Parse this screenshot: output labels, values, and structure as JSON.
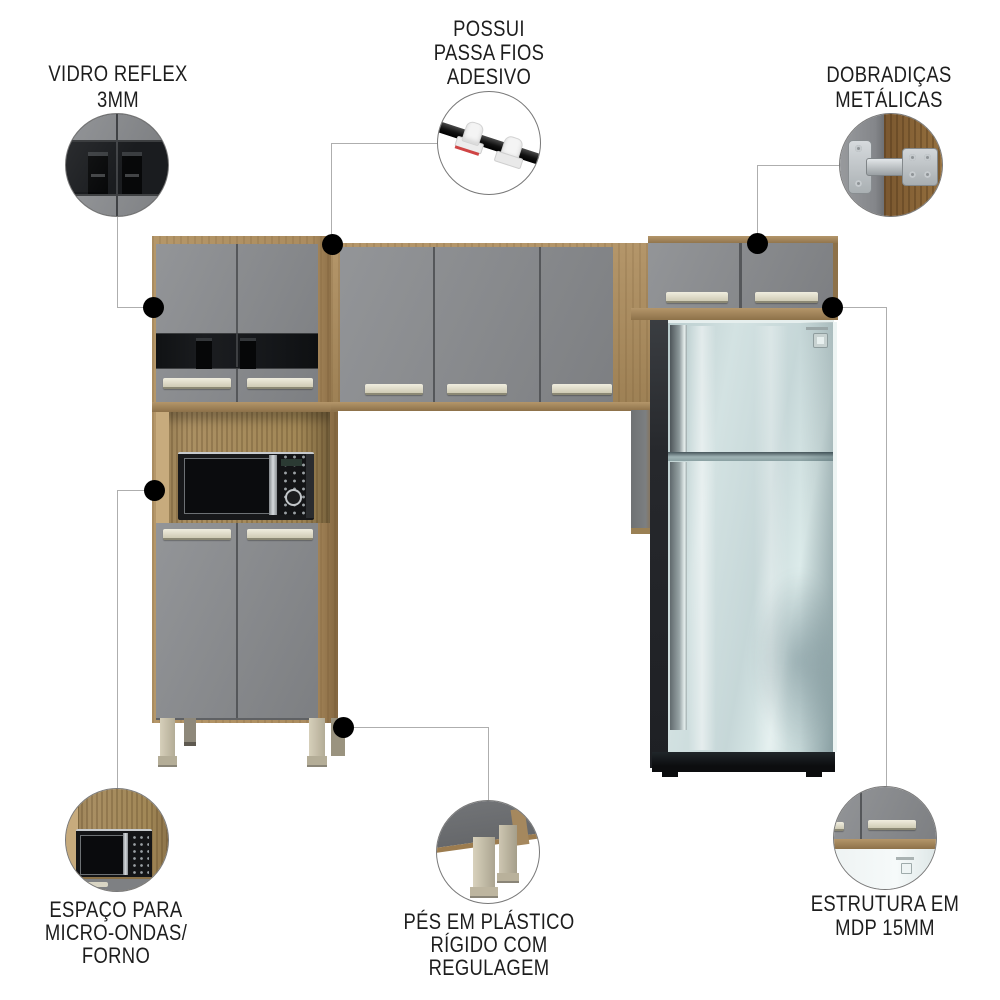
{
  "figure": {
    "type": "annotated-product-infographic",
    "subject": "compact kitchen cabinet set with refrigerator and microwave niche",
    "background": "#ffffff"
  },
  "callouts": [
    {
      "id": "vidro-reflex",
      "label_lines": [
        "VIDRO REFLEX",
        "3MM"
      ]
    },
    {
      "id": "passa-fios",
      "label_lines": [
        "POSSUI",
        "PASSA FIOS",
        "ADESIVO"
      ]
    },
    {
      "id": "dobradicas",
      "label_lines": [
        "DOBRADIÇAS",
        "METÁLICAS"
      ]
    },
    {
      "id": "espaco-micro-ondas",
      "label_lines": [
        "ESPAÇO PARA",
        "MICRO-ONDAS/",
        "FORNO"
      ]
    },
    {
      "id": "pes-plastico",
      "label_lines": [
        "PÉS EM PLÁSTICO",
        "RÍGIDO COM",
        "REGULAGEM"
      ]
    },
    {
      "id": "estrutura-mdp",
      "label_lines": [
        "ESTRUTURA EM",
        "MDP 15MM"
      ]
    }
  ],
  "colors": {
    "door_grey": "#87898c",
    "wood": "#ab8c5f",
    "wood_dark": "#8d7149",
    "handle": "#dcd8c6",
    "glass": "#17191c",
    "fridge_front": "#cfdfdf",
    "fridge_side": "#26282c",
    "connector_line": "#aeaeae",
    "marker_dot": "#000000",
    "label_text": "#1d1d1d",
    "circle_border": "#787878"
  }
}
